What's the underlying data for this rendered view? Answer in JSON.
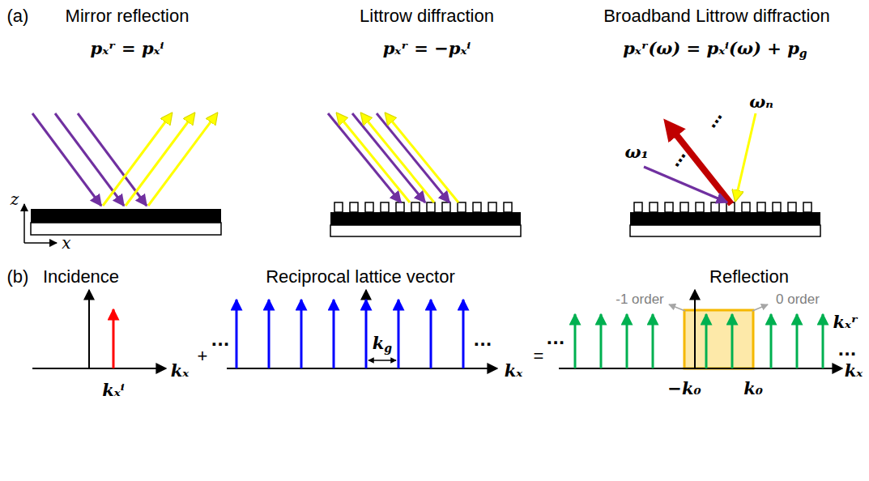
{
  "diagram": {
    "labels": [
      "(a)",
      "Mirror reflection",
      "pₓʳ = pₓⁱ",
      "Littrow diffraction",
      "pₓʳ = −pₓⁱ",
      "Broadband Littrow diffraction",
      "pₓʳ(ω) = pₓⁱ(ω) + p",
      "g",
      "z",
      "x",
      "ω₁",
      "⋯",
      "⋯",
      "ωₙ",
      "(b)",
      "Incidence",
      "kₓ",
      "kₓⁱ",
      "+",
      "Reciprocal lattice vector",
      "...",
      "...",
      "k",
      "g",
      "kₓ",
      "=",
      "Reflection",
      "-1 order",
      "0 order",
      "...",
      "...",
      "kₓʳ",
      "−k₀",
      "k₀",
      "kₓ"
    ]
  }
}
